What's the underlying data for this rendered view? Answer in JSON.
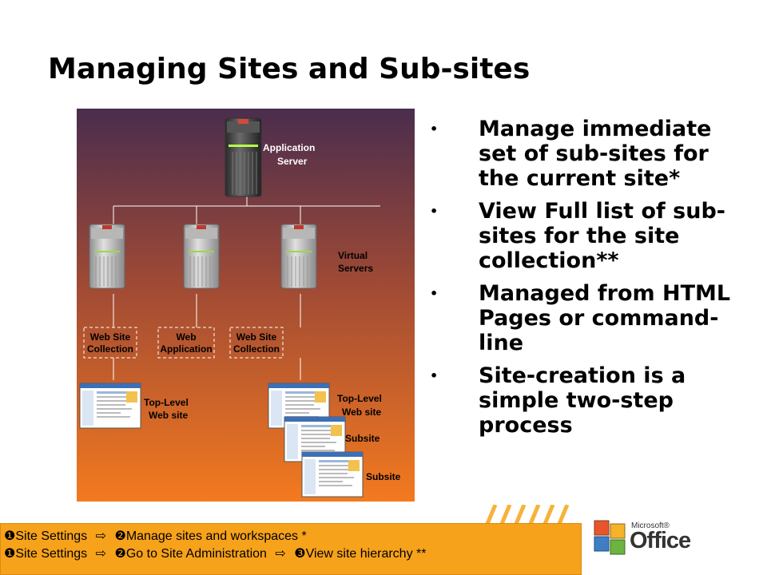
{
  "slide": {
    "title": "Managing Sites and Sub-sites"
  },
  "diagram": {
    "app_server_label": [
      "Application",
      "Server"
    ],
    "virtual_servers_label": [
      "Virtual",
      "Servers"
    ],
    "boxes": [
      [
        "Web Site",
        "Collection"
      ],
      [
        "Web",
        "Application"
      ],
      [
        "Web Site",
        "Collection"
      ]
    ],
    "top_level_left": [
      "Top-Level",
      "Web site"
    ],
    "top_level_right": [
      "Top-Level",
      "Web site"
    ],
    "subsite_1": "Subsite",
    "subsite_2": "Subsite"
  },
  "bullets": [
    "Manage immediate set of sub-sites for the current site*",
    "View Full list of sub-sites for the site collection**",
    "Managed from HTML Pages or command-line",
    "Site-creation is a simple two-step process"
  ],
  "footnote": {
    "line1": {
      "step1": "❶Site Settings",
      "arrow": "⇨",
      "step2": "❷Manage sites and workspaces *"
    },
    "line2": {
      "step1": "❶Site Settings",
      "arrow": "⇨",
      "step2": "❷Go to Site Administration",
      "arrow2": "⇨",
      "step3": "❸View site hierarchy **"
    }
  },
  "logo": {
    "brand": "Microsoft®",
    "product": "Office"
  },
  "colors": {
    "diagram_top": "#4a2d4e",
    "diagram_bottom": "#f37a1f",
    "footnote_bg": "#f7a21b"
  }
}
